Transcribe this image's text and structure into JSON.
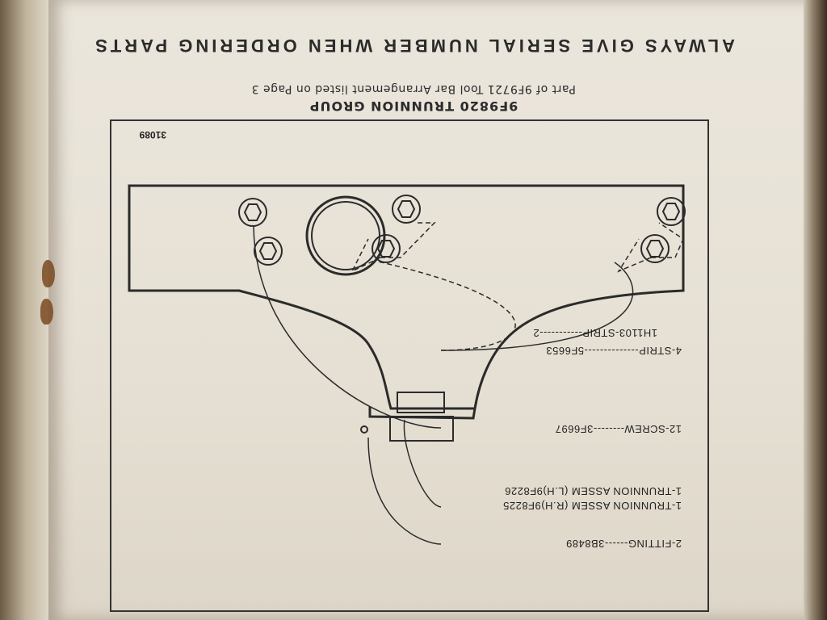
{
  "document": {
    "footer_notice": "ALWAYS GIVE SERIAL NUMBER WHEN ORDERING PARTS",
    "reference_note": "Part of 9F9721 Tool Bar Arrangement listed on Page 3",
    "group_title": "9F9820 TRUNNION GROUP",
    "figure_number": "31089"
  },
  "callouts": [
    {
      "qty_name": "2-FITTING",
      "dashes": "------",
      "part_no": "3B8489"
    },
    {
      "qty_name": "1-TRUNNION ASSEM (R.H)",
      "dashes": "",
      "part_no": "9F8225"
    },
    {
      "qty_name": "1-TRUNNION ASSEM (L.H)",
      "dashes": "",
      "part_no": "9F8226"
    },
    {
      "qty_name": "12-SCREW",
      "dashes": "--------",
      "part_no": "3F6697"
    },
    {
      "qty_name": "4-STRIP",
      "dashes": "--------------",
      "part_no": "5F6653"
    },
    {
      "qty_name": "1H1103-STRIP",
      "dashes": "-----------",
      "part_no": "2"
    }
  ],
  "colors": {
    "ink": "#2b2b2b",
    "paper": "#e8e2d6"
  }
}
